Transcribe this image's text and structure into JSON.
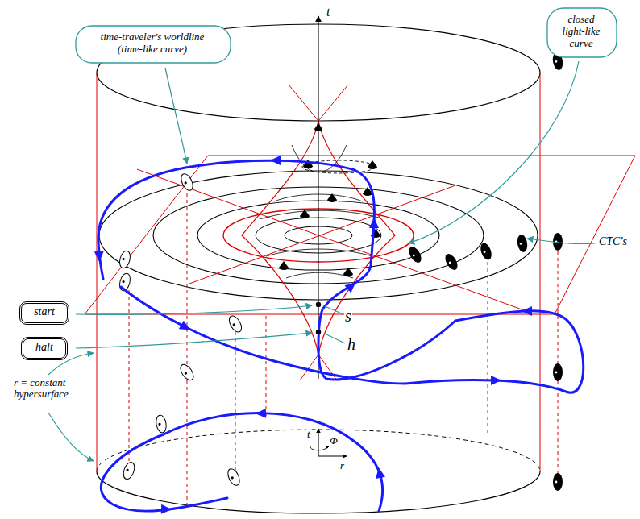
{
  "diagram": {
    "nodes": [
      {
        "text": [
          "time-traveler's worldline (time-like curve)"
        ]
      },
      {
        "text": [
          "closed light-like curve"
        ]
      },
      {
        "text": [
          "start"
        ]
      },
      {
        "text": [
          "halt"
        ]
      }
    ],
    "labels": [
      "t",
      "s",
      "h",
      "CTC's",
      "r = constant hypersurface",
      "t",
      "Φ",
      "r"
    ]
  }
}
